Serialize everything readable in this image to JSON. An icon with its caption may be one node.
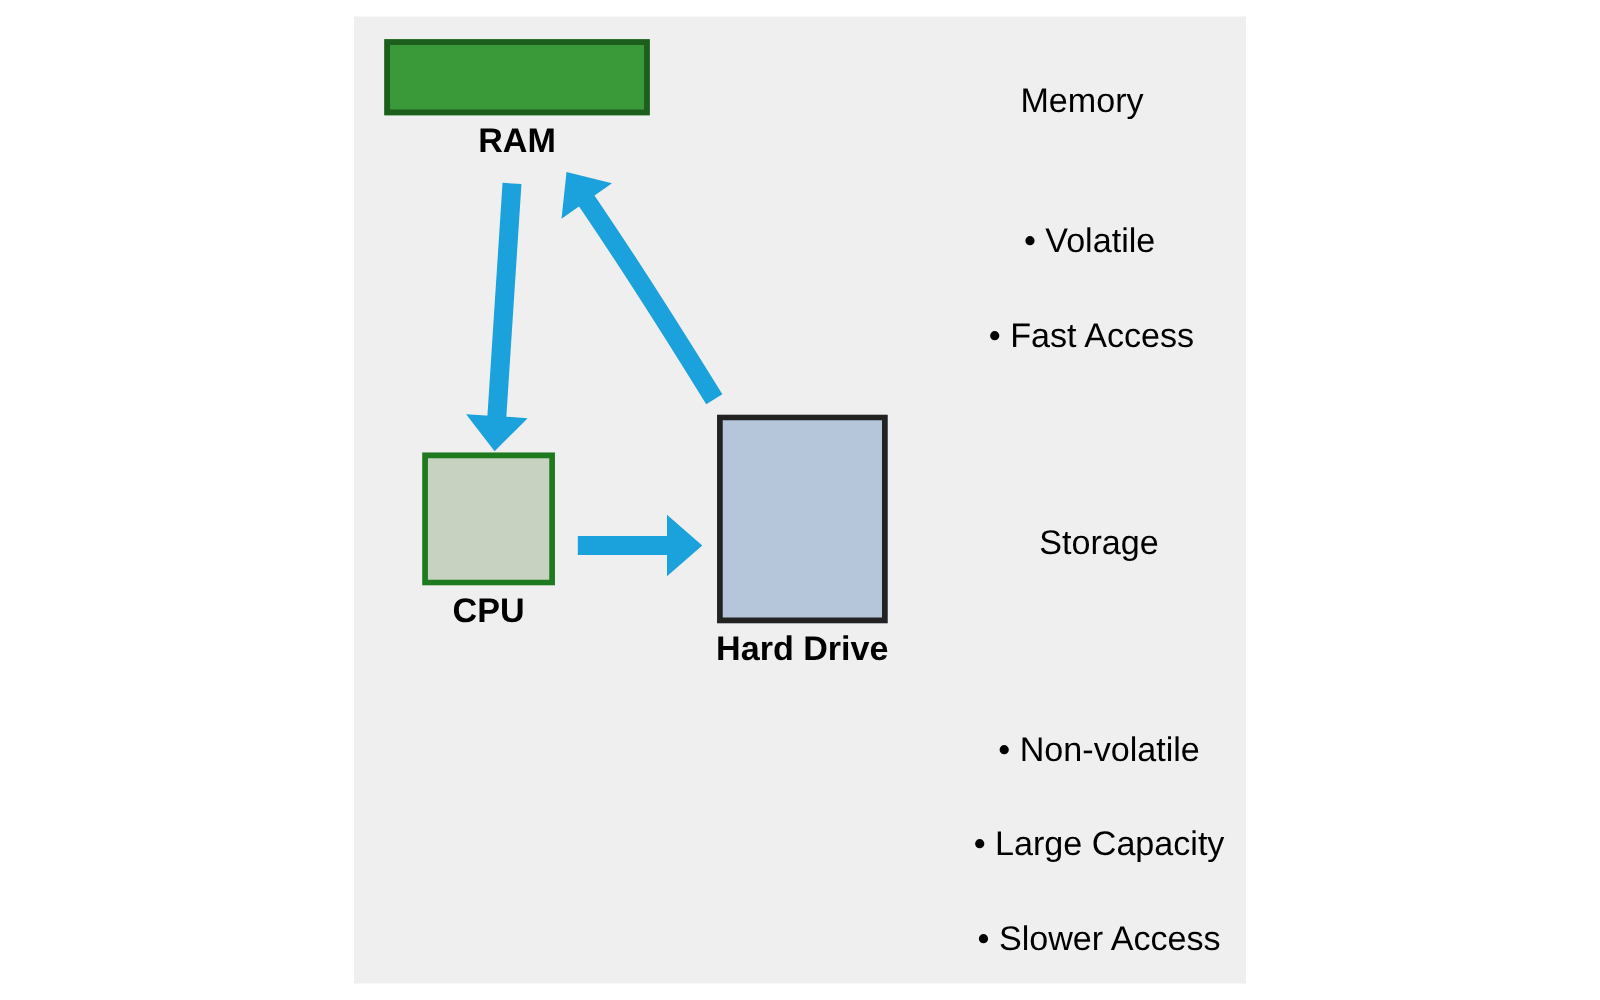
{
  "diagram": {
    "nodes": [
      {
        "text": [
          "RAM"
        ]
      },
      {
        "text": [
          "CPU"
        ]
      },
      {
        "text": [
          "Hard Drive"
        ]
      }
    ],
    "edges": [
      {
        "from": 2,
        "to": 0,
        "arrow": "to"
      },
      {
        "from": 0,
        "to": 1,
        "arrow": "to"
      },
      {
        "from": 1,
        "to": 2,
        "arrow": "to"
      }
    ],
    "labels": [
      "Memory",
      "• Volatile",
      "• Fast Access",
      "Storage",
      "• Non-volatile",
      "• Large Capacity",
      "• Slower Access"
    ]
  }
}
